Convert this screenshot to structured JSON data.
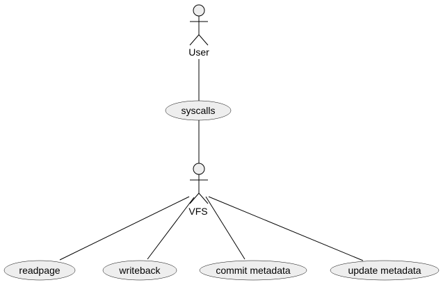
{
  "actors": [
    {
      "id": "user",
      "label": "User"
    },
    {
      "id": "vfs",
      "label": "VFS"
    }
  ],
  "usecases": [
    {
      "id": "syscalls",
      "label": "syscalls"
    },
    {
      "id": "readpage",
      "label": "readpage"
    },
    {
      "id": "writeback",
      "label": "writeback"
    },
    {
      "id": "commit_metadata",
      "label": "commit metadata"
    },
    {
      "id": "update_metadata",
      "label": "update metadata"
    }
  ],
  "edges": [
    {
      "from": "user",
      "to": "syscalls"
    },
    {
      "from": "syscalls",
      "to": "vfs"
    },
    {
      "from": "vfs",
      "to": "readpage"
    },
    {
      "from": "vfs",
      "to": "writeback"
    },
    {
      "from": "vfs",
      "to": "commit_metadata"
    },
    {
      "from": "vfs",
      "to": "update_metadata"
    }
  ]
}
